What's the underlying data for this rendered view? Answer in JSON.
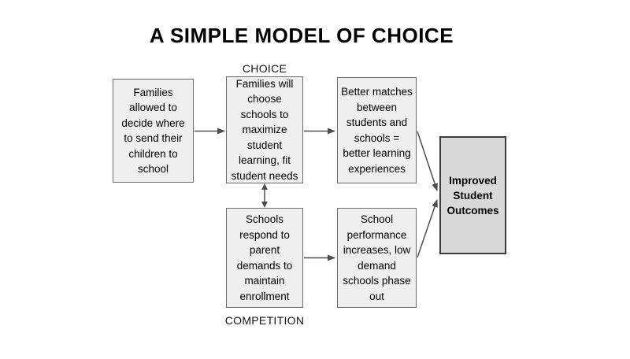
{
  "title": "A SIMPLE MODEL OF CHOICE",
  "labels": {
    "choice": "CHOICE",
    "competition": "COMPETITION"
  },
  "diagram": {
    "boxes": {
      "families_decide": "Families\nallowed to\ndecide where\nto send their\nchildren to\nschool",
      "families_choose": "Families will\nchoose\nschools to\nmaximize\nstudent\nlearning, fit\nstudent needs",
      "better_matches": "Better matches\nbetween\nstudents and\nschools =\nbetter learning\nexperiences",
      "schools_respond": "Schools\nrespond to\nparent\ndemands to\nmaintain\nenrollment",
      "school_performance": "School\nperformance\nincreases, low\ndemand\nschools phase\nout",
      "improved_outcomes": "Improved\nStudent\nOutcomes"
    },
    "connectors": [
      {
        "name": "arrow-families-decide-to-families-choose",
        "type": "arrow-right"
      },
      {
        "name": "arrow-families-choose-to-better-matches",
        "type": "arrow-right"
      },
      {
        "name": "arrow-choice-competition-bidirectional",
        "type": "arrow-vertical-double"
      },
      {
        "name": "arrow-schools-respond-to-school-performance",
        "type": "arrow-right"
      },
      {
        "name": "arrow-better-matches-to-improved-outcomes",
        "type": "arrow-diagonal-down"
      },
      {
        "name": "arrow-school-performance-to-improved-outcomes",
        "type": "arrow-diagonal-up"
      }
    ]
  },
  "colors": {
    "background": "#ffffff",
    "box_fill": "#efefef",
    "box_border": "#6a6a6a",
    "outcome_fill": "#d9d9d9",
    "outcome_border": "#3d3d3d",
    "arrow": "#4d4d4d",
    "text": "#000000"
  }
}
